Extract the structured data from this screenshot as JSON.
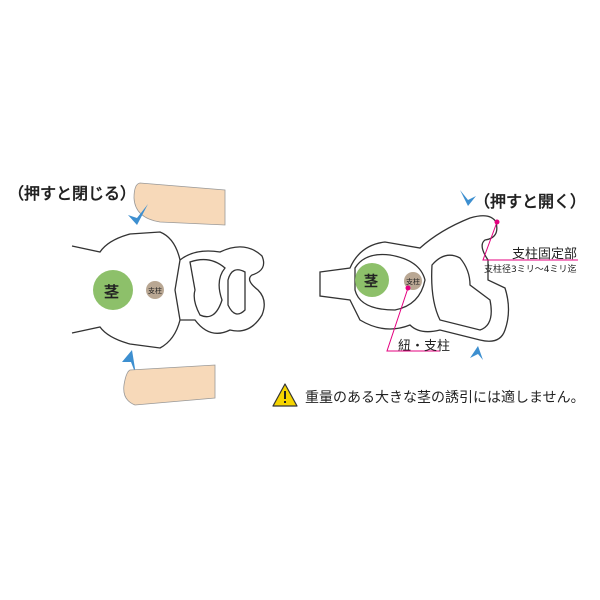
{
  "left_panel": {
    "caption": "（押すと閉じる）",
    "stem_label": "茎",
    "post_label": "支柱"
  },
  "right_panel": {
    "caption": "（押すと開く）",
    "stem_label": "茎",
    "post_label": "支柱",
    "post_fixing_label": "支柱固定部",
    "post_diameter_note": "支柱径3ミリ～4ミリ迄",
    "string_post_label": "紐・支柱"
  },
  "warning": {
    "icon": "warning-triangle-icon",
    "text": "重量のある大きな茎の誘引には適しません。"
  },
  "colors": {
    "stem": "#8dc06a",
    "post": "#b9a793",
    "finger": "#f7d9b9",
    "arrow": "#3d8fd0",
    "leader": "#e4007f",
    "warning": "#f5d400"
  }
}
